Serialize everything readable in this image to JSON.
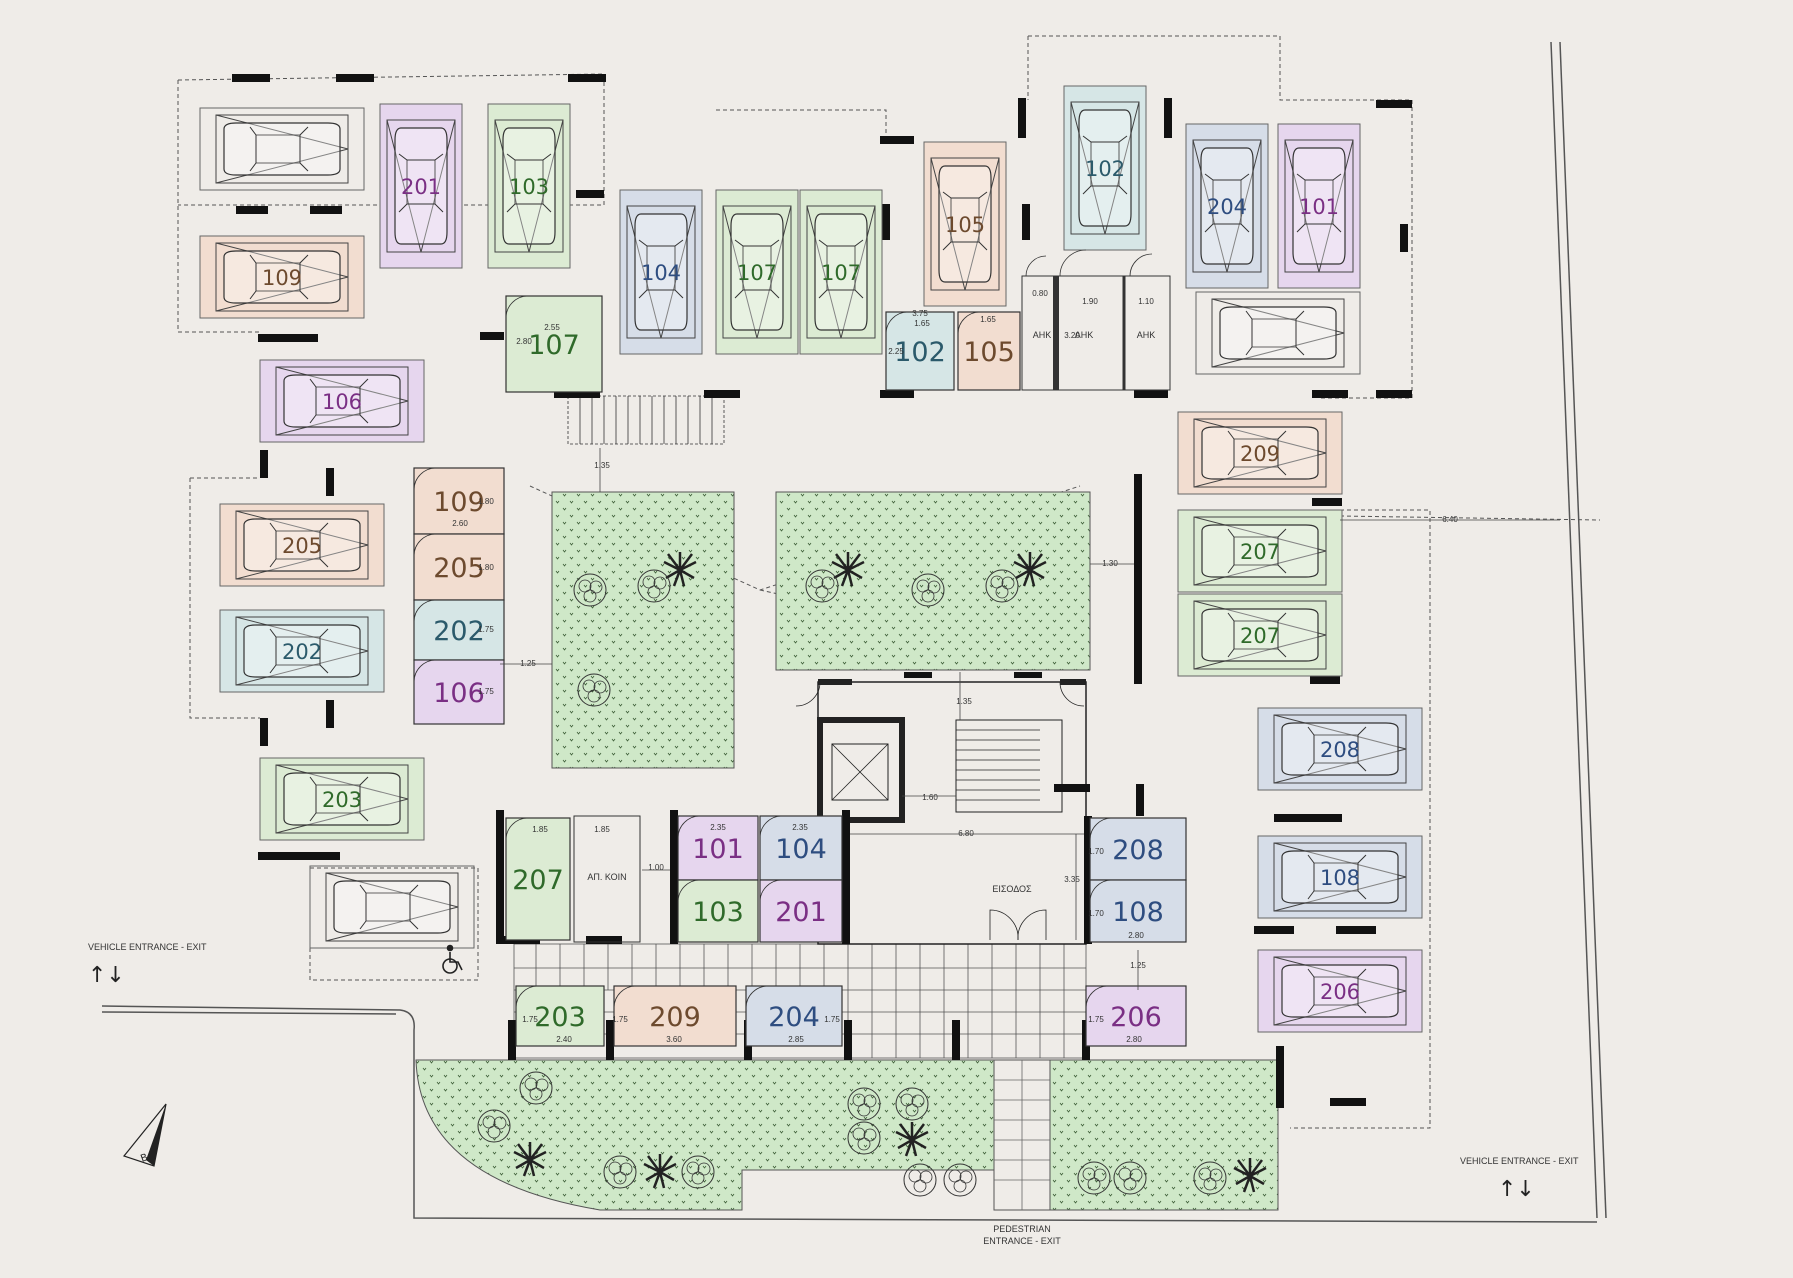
{
  "palette": {
    "background": "#efece8",
    "garden": "#cfe8c8",
    "orange": "#f2ddd0",
    "purple": "#e6d6ee",
    "green": "#dcebd3",
    "blue": "#d6dde8",
    "teal": "#d6e6e6",
    "text_orange": "#6d4a2e",
    "text_purple": "#7a2f84",
    "text_green": "#2f6a2a",
    "text_blue": "#2e4d80",
    "text_teal": "#2b5a6b"
  },
  "parking_spaces": [
    {
      "label": "",
      "color": "none"
    },
    {
      "label": "201",
      "color": "purple"
    },
    {
      "label": "103",
      "color": "green"
    },
    {
      "label": "109",
      "color": "orange"
    },
    {
      "label": "104",
      "color": "blue"
    },
    {
      "label": "107",
      "color": "green"
    },
    {
      "label": "107",
      "color": "green"
    },
    {
      "label": "105",
      "color": "orange"
    },
    {
      "label": "102",
      "color": "teal"
    },
    {
      "label": "204",
      "color": "blue"
    },
    {
      "label": "101",
      "color": "purple"
    },
    {
      "label": "",
      "color": "none"
    },
    {
      "label": "106",
      "color": "purple"
    },
    {
      "label": "205",
      "color": "orange"
    },
    {
      "label": "202",
      "color": "teal"
    },
    {
      "label": "203",
      "color": "green"
    },
    {
      "label": "",
      "color": "none"
    },
    {
      "label": "209",
      "color": "orange"
    },
    {
      "label": "207",
      "color": "green"
    },
    {
      "label": "207",
      "color": "green"
    },
    {
      "label": "208",
      "color": "blue"
    },
    {
      "label": "108",
      "color": "blue"
    },
    {
      "label": "206",
      "color": "purple"
    }
  ],
  "storage_rooms": [
    {
      "label": "107",
      "color": "green"
    },
    {
      "label": "102",
      "color": "teal"
    },
    {
      "label": "105",
      "color": "orange"
    },
    {
      "label": "109",
      "color": "orange"
    },
    {
      "label": "205",
      "color": "orange"
    },
    {
      "label": "202",
      "color": "teal"
    },
    {
      "label": "106",
      "color": "purple"
    },
    {
      "label": "207",
      "color": "green"
    },
    {
      "label": "101",
      "color": "purple"
    },
    {
      "label": "104",
      "color": "blue"
    },
    {
      "label": "103",
      "color": "green"
    },
    {
      "label": "201",
      "color": "purple"
    },
    {
      "label": "208",
      "color": "blue"
    },
    {
      "label": "108",
      "color": "blue"
    },
    {
      "label": "203",
      "color": "green"
    },
    {
      "label": "209",
      "color": "orange"
    },
    {
      "label": "204",
      "color": "blue"
    },
    {
      "label": "206",
      "color": "purple"
    }
  ],
  "utility_rooms": [
    "AHK",
    "AHK",
    "AHK"
  ],
  "room_labels": {
    "common_store": "ΑΠ. ΚΟΙΝ",
    "entrance_hall": "ΕΙΣΟΔΟΣ"
  },
  "dimensions": [
    "0.80",
    "1.90",
    "1.10",
    "3.20",
    "1.65",
    "1.65",
    "2.25",
    "2.55",
    "2.80",
    "1.35",
    "1.80",
    "2.60",
    "1.80",
    "1.75",
    "1.75",
    "1.25",
    "1.30",
    "6.40",
    "1.35",
    "1.60",
    "6.80",
    "3.35",
    "1.85",
    "1.85",
    "1.00",
    "2.35",
    "2.35",
    "1.70",
    "1.70",
    "2.80",
    "1.25",
    "1.75",
    "2.40",
    "1.75",
    "3.60",
    "2.85",
    "1.75",
    "1.75",
    "2.80",
    "3.75"
  ],
  "signs": {
    "vehicle_left": "VEHICLE ENTRANCE - EXIT",
    "vehicle_right": "VEHICLE ENTRANCE - EXIT",
    "arrows": "↑↓",
    "pedestrian_line1": "PEDESTRIAN",
    "pedestrian_line2": "ENTRANCE - EXIT",
    "north_mark": "B"
  }
}
